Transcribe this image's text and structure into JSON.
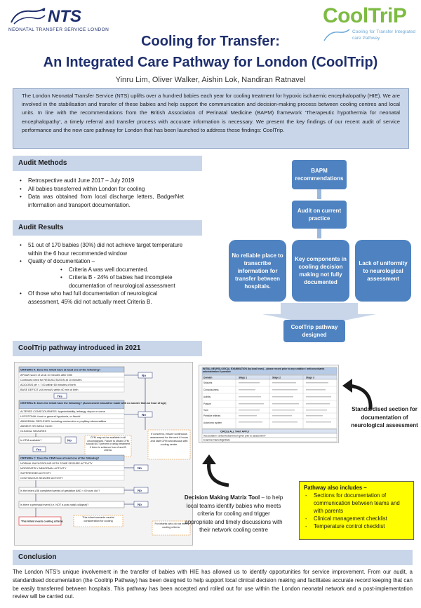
{
  "header": {
    "nts_logo_text": "NTS",
    "nts_logo_subtitle": "NEONATAL TRANSFER SERVICE LONDON",
    "cooltrip_logo_text": "CoolTriP",
    "cooltrip_logo_subtitle": "Cooling for Transfer Integrated care Pathway",
    "title_line1": "Cooling for Transfer:",
    "title_line2": "An Integrated Care Pathway for London (CoolTrip)",
    "authors": "Yinru Lim, Oliver Walker, Aishin Lok, Nandiran Ratnavel"
  },
  "intro": "The London Neonatal Transfer Service (NTS) uplifts over a hundred babies each year for cooling treatment for hypoxic ischaemic encephalopathy (HIE). We are involved in the stabilisation and transfer of these babies and help support the communication and decision-making process between cooling centres and local units. In line with the recommendations from the British Association of Perinatal Medicine (BAPM) framework 'Therapeutic hypothermia for neonatal encephalopathy', a timely referral and transfer process with accurate information is necessary. We present the key findings of our recent audit of service performance and the new care pathway for London that has been launched to address these findings: CoolTrip.",
  "audit_methods": {
    "heading": "Audit Methods",
    "items": [
      "Retrospective audit June 2017 – July 2019",
      "All babies transferred within London for cooling",
      "Data was obtained from local discharge letters, BadgerNet information and transport documentation."
    ]
  },
  "audit_results": {
    "heading": "Audit Results",
    "item1": "51 out of 170 babies (30%) did not achieve target temperature within the 6 hour recommended window",
    "item2": "Quality of documentation –",
    "sub1": "Criteria A was well documented.",
    "sub2": "Criteria B - 24% of babies had incomplete documentation of neurological assessment",
    "item3": "Of those who had full documentation of neurological assessment, 45% did not actually meet Criteria B."
  },
  "flowchart": {
    "bapm": "BAPM recommendations",
    "audit": "Audit on current practice",
    "no_place": "No reliable place to transcribe information for transfer between hospitals.",
    "key_components": "Key components in cooling decision making not fully documented",
    "lack_uniformity": "Lack of uniformity to neurological assessment",
    "designed": "CoolTrip pathway designed"
  },
  "pathway_intro": {
    "heading": "CoolTrip pathway introduced in 2021"
  },
  "criteria_doc": {
    "yes": "Yes",
    "no": "No",
    "rows": [
      "CRITERIA A: Does the infant have at least one of the following?",
      "APGAR score of ≤5 at 10 minutes after birth",
      "Continued need for RESUSCITATION at 10 minutes",
      "ACIDOSIS pH < 7.00 within 60 minutes of birth",
      "BASE DEFICIT ≥16 mmol/L within 60 min of birth",
      "CRITERIA B: Does the infant have the following? (Assessment should be made with no sooner than an hour of age)",
      "ALTERED CONSCIOUSNESS: hyperirritability, lethargy, stupor or coma",
      "HYPOTONIA: focal or general hypotonia, or flaccid",
      "ABNORMAL REFLEXES: including oculomotor or pupillary abnormalities",
      "ABSENT OR WEAK SUCK",
      "CLINICAL SEIZURES",
      "Is CFM available?",
      "CRITERIA C: Does the CFM have at least one of the following?",
      "NORMAL BACKGROUND WITH SOME SEIZURE ACTIVITY",
      "MODERATELY ABNORMAL ACTIVITY",
      "SUPPRESSED ACTIVITY",
      "CONTINUOUS SEIZURE ACTIVITY",
      "Is the infant ≥36 completed weeks of gestation AND < 6 hours old ?",
      "Is there a perinatal event (i.e. NOT a post natal collapse)?",
      "This infant meets cooling criteria",
      "This infant warrants careful consideration for cooling"
    ],
    "notes": [
      "CFM may not be available in all circumstances. Failure to obtain CFM should NOT prevent or delay treatment if there is evidence from A and B criteria.",
      "If concerns, ensure continuous assessment for the next 6 hours and start CFM and discuss with cooling centre.",
      "For infants who do not meet cooling criteria."
    ]
  },
  "neuro_doc": {
    "title": "INITIAL NEUROLOGICAL EXAMINATION (by local team) – please record prior to any sedation / anticonvulsants administration if possible",
    "columns": [
      "Domain",
      "Stage 1",
      "Stage 2",
      "Stage 3"
    ],
    "rows": [
      "Seizures",
      "Consciousness",
      "Activity",
      "Posture",
      "Tone",
      "Primitive reflexes",
      "Autonomic system"
    ],
    "footer": "CIRCLE ALL THAT APPLY",
    "footer2": "Has sedation / anticonvulsant been given prior to assessment?",
    "footer3": "Examiner Name/Sign/Date"
  },
  "notes": {
    "standardised": "Standardised section for documentation of neurological assessment",
    "dmm_bold": "Decision Making Matrix Tool",
    "dmm_rest": " – to help local teams identify babies who meets criteria for cooling and trigger appropriate and timely discussions with their network cooling centre"
  },
  "pathway_includes": {
    "heading": "Pathway also includes –",
    "items": [
      "Sections for documentation of communication between teams and with parents",
      "Clinical management checklist",
      "Temperature control checklist"
    ]
  },
  "conclusion": {
    "heading": "Conclusion",
    "text": "The London NTS's unique involvement in the transfer of babies with HIE has allowed us to identify opportunities for service improvement. From our audit, a standardised documentation (the Cooltrip Pathway) has been designed to help support local clinical decision making and facilitates accurate record keeping that can be easily transferred between hospitals. This pathway has been accepted and rolled out for use within the London neonatal network and a post-implementation review will be carried out."
  },
  "colors": {
    "navy": "#1f2f6e",
    "light_blue": "#c9d6ea",
    "flow_blue": "#4e82c0",
    "green": "#7dbb42",
    "highlight_yellow": "#ffff00"
  }
}
